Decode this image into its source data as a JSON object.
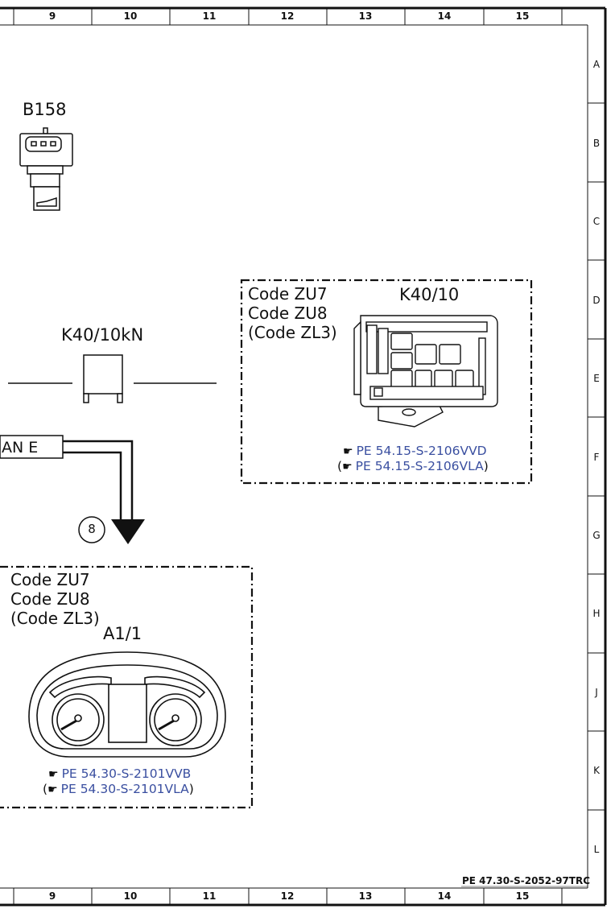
{
  "grid": {
    "columns": [
      "9",
      "10",
      "11",
      "12",
      "13",
      "14",
      "15"
    ],
    "rows": [
      "A",
      "B",
      "C",
      "D",
      "E",
      "F",
      "G",
      "H",
      "J",
      "K",
      "L"
    ]
  },
  "components": {
    "b158": {
      "label": "B158"
    },
    "k40_10kn": {
      "label": "K40/10kN"
    },
    "k40_10": {
      "label": "K40/10"
    },
    "a1_1": {
      "label": "A1/1"
    }
  },
  "box_k40_10": {
    "codes": [
      "Code ZU7",
      "Code ZU8",
      "(Code ZL3)"
    ],
    "refs": [
      {
        "prefix": "",
        "text": "PE 54.15-S-2106VVD",
        "suffix": ""
      },
      {
        "prefix": "(",
        "text": "PE 54.15-S-2106VLA",
        "suffix": ")"
      }
    ]
  },
  "box_a1_1": {
    "codes": [
      "Code ZU7",
      "Code ZU8",
      "(Code ZL3)"
    ],
    "refs": [
      {
        "prefix": "",
        "text": "PE 54.30-S-2101VVB",
        "suffix": ""
      },
      {
        "prefix": "(",
        "text": "PE 54.30-S-2101VLA",
        "suffix": ")"
      }
    ]
  },
  "bus_label": "AN E",
  "connection_marker": "8",
  "footer_reference": "PE 47.30-S-2052-97TRC",
  "icons": {
    "reference": "pointing-hand-icon"
  }
}
